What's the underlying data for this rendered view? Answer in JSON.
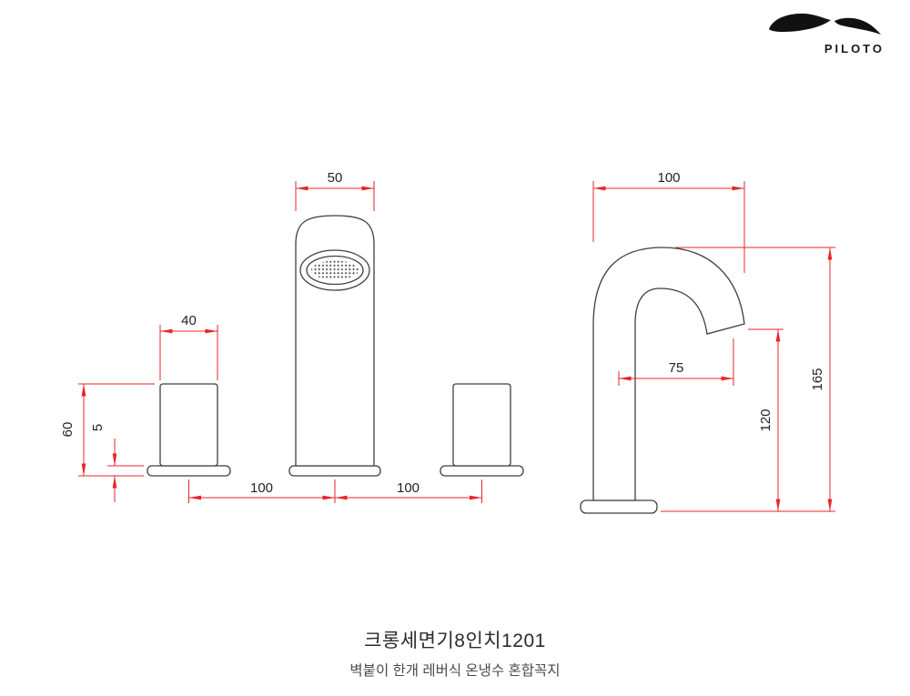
{
  "brand": {
    "name": "PILOTO"
  },
  "caption": {
    "title": "크롱세면기8인치1201",
    "subtitle": "벽붙이 한개 레버식 온냉수 혼합꼭지"
  },
  "colors": {
    "dimension": "#e8262a",
    "outline": "#3f3f3f"
  },
  "front_view": {
    "dims": {
      "spout_top_width": "50",
      "handle_width": "40",
      "handle_height": "60",
      "base_thickness": "5",
      "left_spacing": "100",
      "right_spacing": "100"
    }
  },
  "side_view": {
    "dims": {
      "top_reach": "100",
      "spout_reach": "75",
      "spout_tip_height": "120",
      "total_height": "165"
    }
  }
}
